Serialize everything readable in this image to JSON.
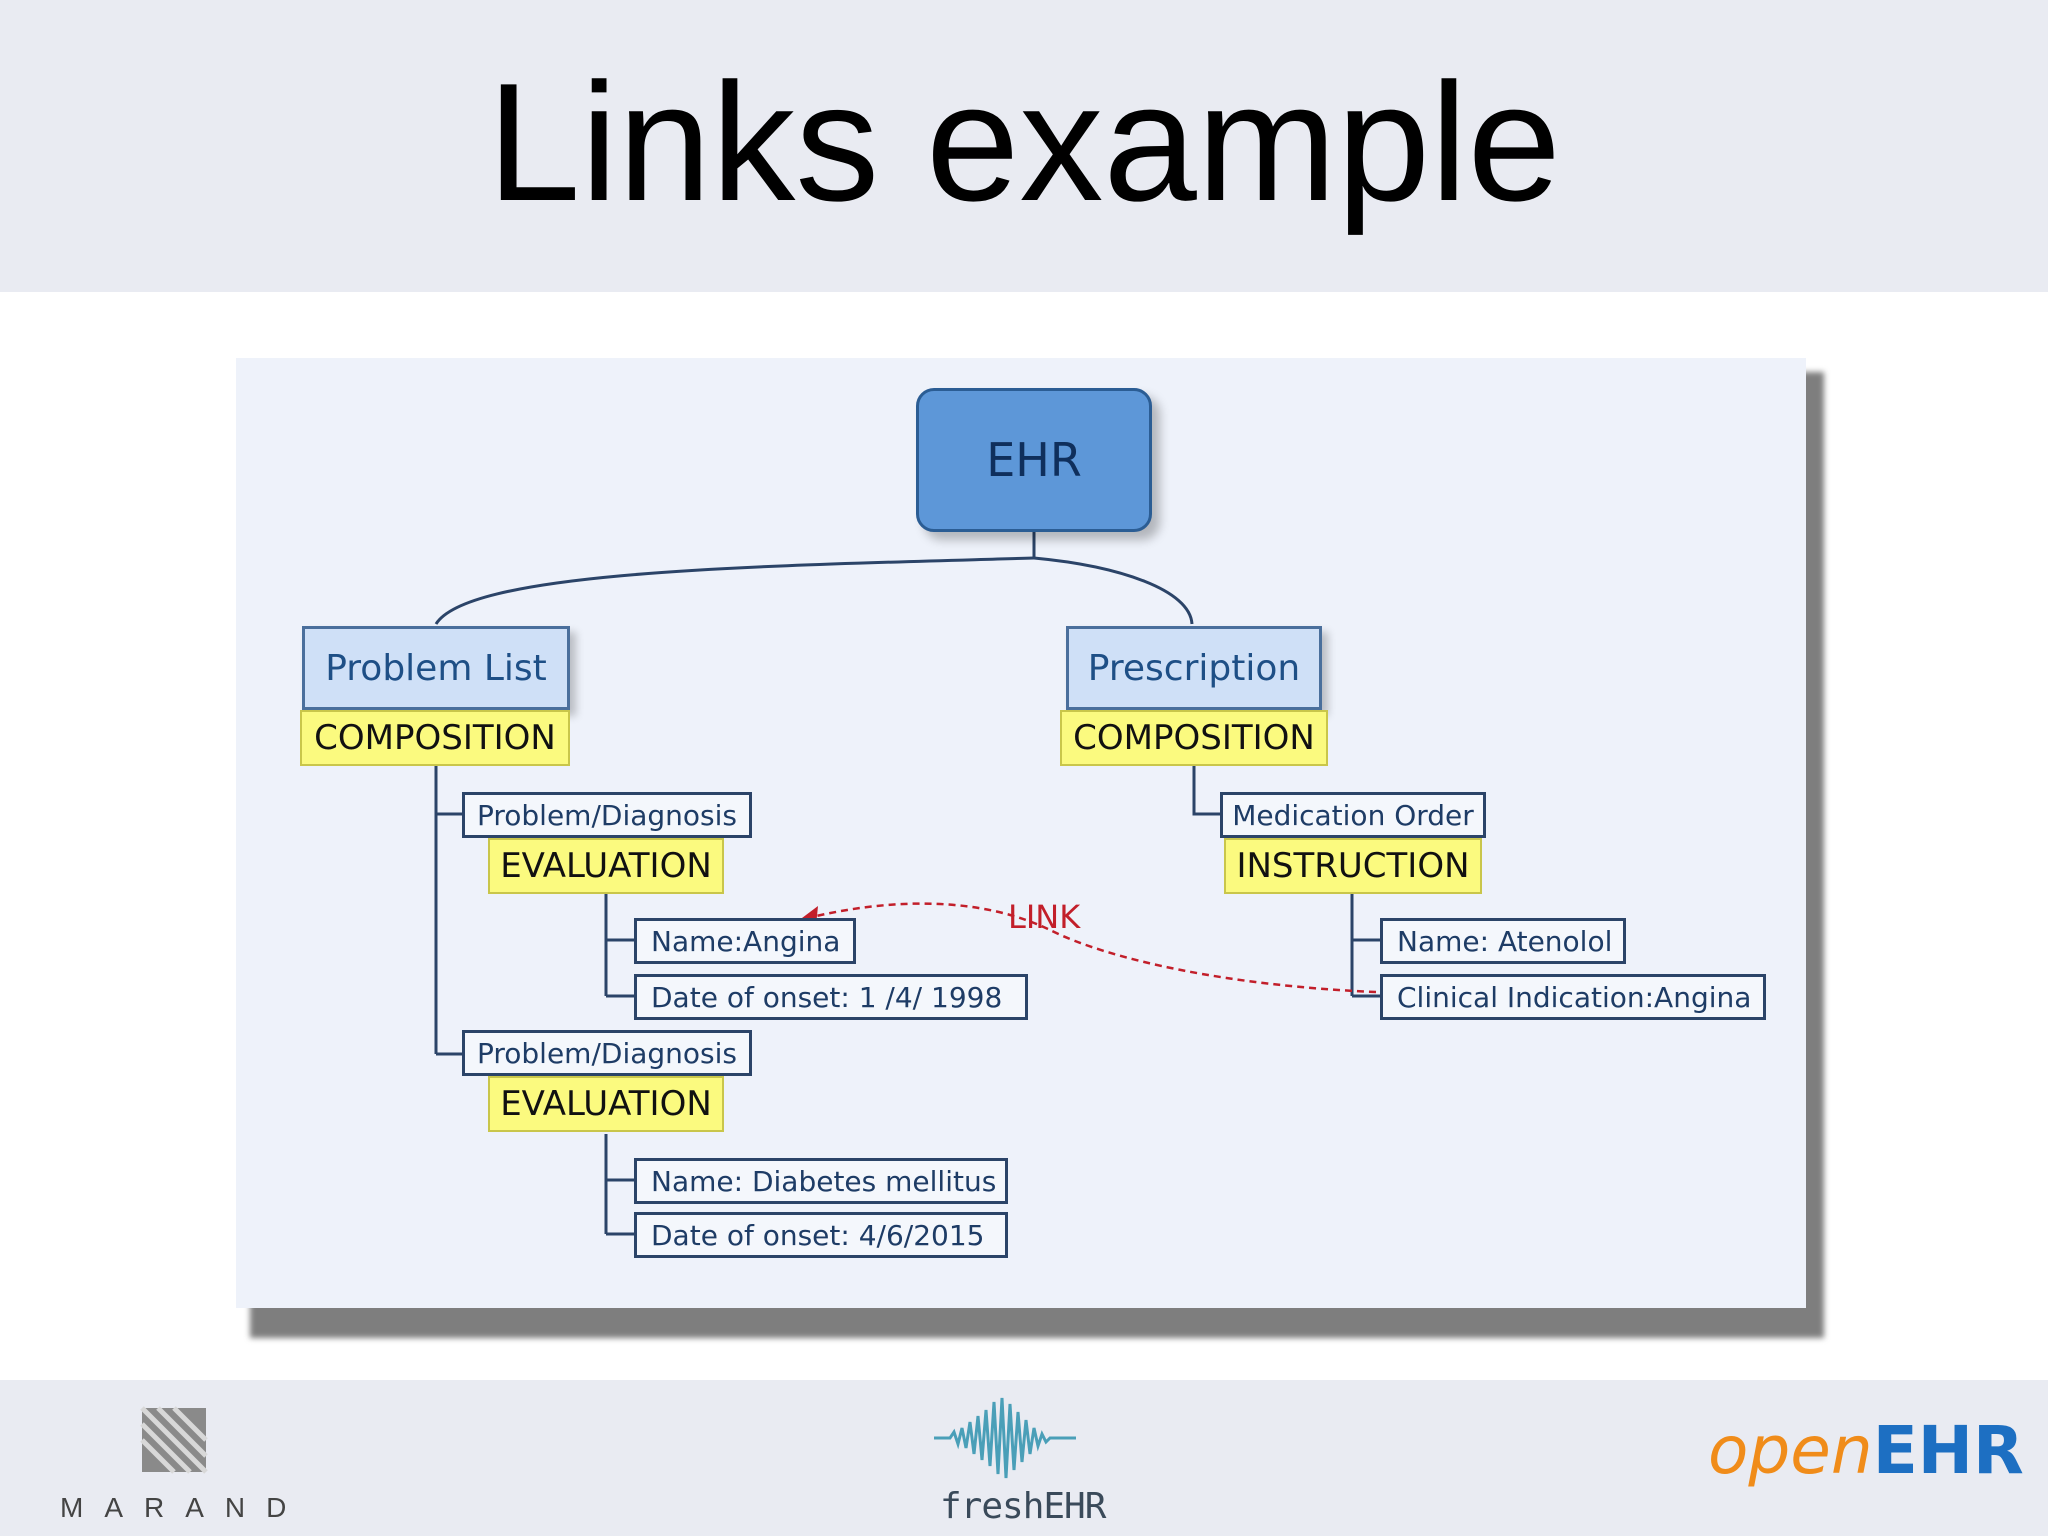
{
  "slide": {
    "title": "Links example"
  },
  "diagram": {
    "root": "EHR",
    "problem_list": {
      "header": "Problem List",
      "rm_type": "COMPOSITION",
      "evaluations": [
        {
          "header": "Problem/Diagnosis",
          "rm_type": "EVALUATION",
          "items": [
            "Name:Angina",
            "Date of onset: 1 /4/ 1998"
          ]
        },
        {
          "header": "Problem/Diagnosis",
          "rm_type": "EVALUATION",
          "items": [
            "Name: Diabetes mellitus",
            "Date of onset: 4/6/2015"
          ]
        }
      ]
    },
    "prescription": {
      "header": "Prescription",
      "rm_type": "COMPOSITION",
      "instruction": {
        "header": "Medication Order",
        "rm_type": "INSTRUCTION",
        "items": [
          "Name: Atenolol",
          "Clinical Indication:Angina"
        ]
      }
    },
    "link_label": "LINK",
    "colors": {
      "root_fill": "#5d97d8",
      "header_fill": "#cfe0f7",
      "rm_fill": "#fbfa7f",
      "link": "#c21f2a",
      "connector": "#2b4468"
    }
  },
  "footer": {
    "logos": {
      "left": "MARAND",
      "center": "freshEHR",
      "right_a": "open",
      "right_b": "EHR"
    }
  }
}
